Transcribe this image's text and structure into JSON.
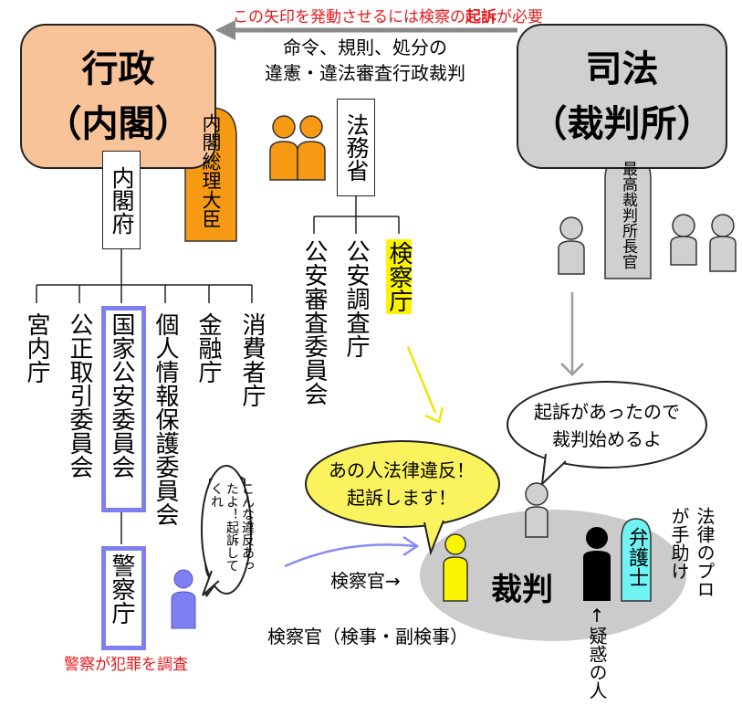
{
  "colors": {
    "executive_fill": "#f9c39a",
    "judiciary_fill": "#d0d0d0",
    "pm_fill": "#f59a12",
    "highlight_yellow": "#fbf400",
    "police_frame": "#7f7ff4",
    "lawyer_fill": "#6ff3f3",
    "trial_oval": "#cbcbcb",
    "red_text": "#e8191d"
  },
  "top_note": {
    "prefix": "この矢印を発動させるには検察の",
    "emph": "起訴",
    "suffix": "が必要"
  },
  "orders": {
    "line1": "命令、規則、処分の",
    "line2": "違憲・違法審査行政裁判"
  },
  "executive": {
    "line1": "行政",
    "line2": "（内閣）"
  },
  "judiciary": {
    "line1": "司法",
    "line2": "（裁判所）"
  },
  "prime_minister": "内閣総理大臣",
  "chief_justice": "最高裁判所長官",
  "cabinet_office": "内閣府",
  "justice_ministry": "法務省",
  "cabinet_agencies": [
    "宮内庁",
    "公正取引委員会",
    "国家公安委員会",
    "個人情報保護委員会",
    "金融庁",
    "消費者庁"
  ],
  "justice_agencies": [
    "公安審査委員会",
    "公安調査庁",
    "検察庁"
  ],
  "police": "警察庁",
  "police_note": "警察が犯罪を調査",
  "citizen_bubble": "こんな違反あったよ！起訴してくれ",
  "prosecutor_bubble": {
    "line1": "あの人法律違反！",
    "line2": "起訴します！"
  },
  "judge_bubble": {
    "line1": "起訴があったので",
    "line2": "裁判始めるよ"
  },
  "trial": "裁判",
  "prosecutor_label": "検察官→",
  "prosecutor_full": "検察官（検事・副検事）",
  "lawyer": "弁護士",
  "lawyer_note": "法律のプロが手助け",
  "suspect": "↑疑惑の人"
}
